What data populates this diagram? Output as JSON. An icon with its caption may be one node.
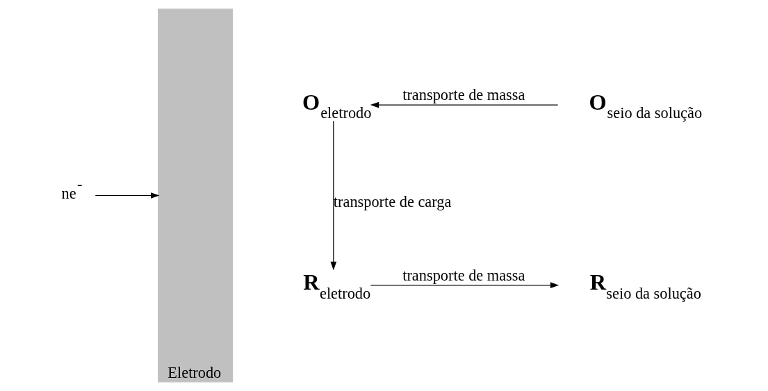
{
  "diagram": {
    "nodes": [
      {
        "text": [
          "Eletrodo"
        ]
      },
      {
        "text": [
          "ne$^{-}$"
        ]
      },
      {
        "text": [
          "**O**$_{eletrodo}$"
        ]
      },
      {
        "text": [
          "**O**$_{seio da solução}$"
        ]
      },
      {
        "text": [
          "**R**$_{eletrodo}$"
        ]
      },
      {
        "text": [
          "**R**$_{seio da solução}$"
        ]
      }
    ],
    "edges": [
      {
        "from": 1,
        "to": 0,
        "arrow": "to"
      },
      {
        "from": 3,
        "to": 2,
        "arrow": "to",
        "label": "transporte de massa"
      },
      {
        "from": 2,
        "to": 4,
        "arrow": "to",
        "label": "transporte de carga"
      },
      {
        "from": 4,
        "to": 5,
        "arrow": "to",
        "label": "transporte de massa"
      }
    ]
  }
}
